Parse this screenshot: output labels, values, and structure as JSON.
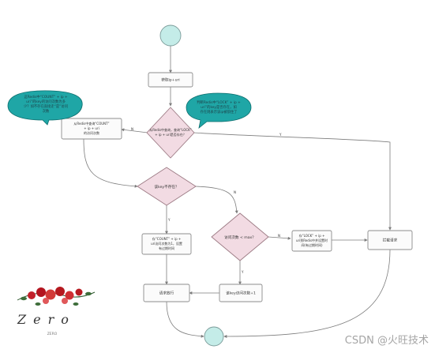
{
  "diagram": {
    "nodes": {
      "get_ip_uri": "获取ip+uri",
      "check_lock": [
        "从Redis中查询，查询“LOCK”",
        "+ ip + uri是否存在？"
      ],
      "query_count": [
        "从Redis中查询“COUNT”",
        "+ ip + uri",
        "的访问次数"
      ],
      "key_exists": "该key不存在？",
      "store_count": [
        "存“COUNT” + ip +",
        "uri访问次数为1，设置",
        "有过期时间"
      ],
      "count_check": "访问次数 < max？",
      "lock_store": [
        "存“LOCK” + ip +",
        "uri到Redis中并设置时",
        "间(有过期时间)"
      ],
      "intercept": "拦截请求",
      "release": "请求放行",
      "increment": "该key访问次数+1"
    },
    "edge_labels": {
      "yes": "Y",
      "no": "N"
    },
    "bubbles": {
      "left": [
        "这Redis中“COUNT” + ip +",
        "uri”的key的访问次数为多",
        "少？如不存在直接走“是”访问",
        "次数"
      ],
      "right": [
        "判断Redis中“LOCK” + ip +",
        "uri”的key是否存在，如",
        "存在则表示该ip被锁住了"
      ]
    }
  },
  "logo": {
    "text": "Zero",
    "subtext": "ZERO"
  },
  "watermark": "CSDN @火旺技术"
}
